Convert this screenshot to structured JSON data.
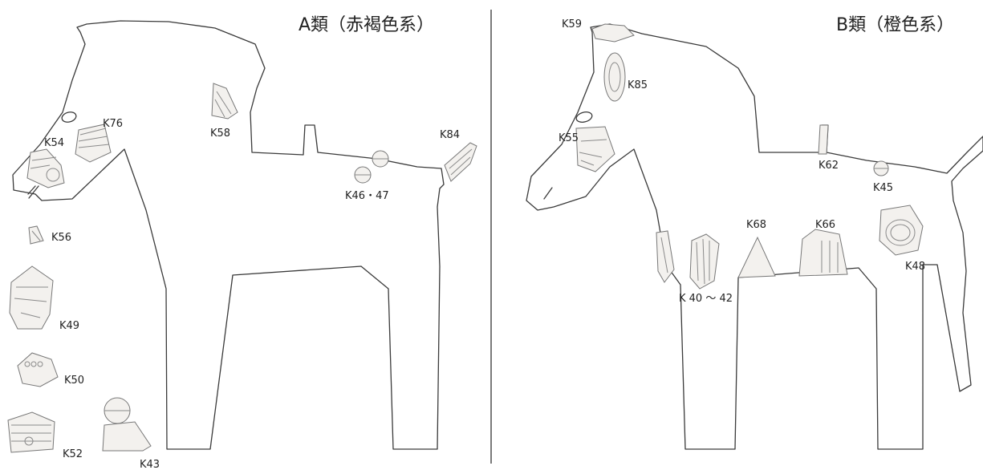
{
  "panels": [
    {
      "title": "A類（赤褐色系）",
      "fragments": [
        "K54",
        "K76",
        "K58",
        "K84",
        "K46・47",
        "K56",
        "K49",
        "K50",
        "K52",
        "K43"
      ]
    },
    {
      "title": "B類（橙色系）",
      "fragments": [
        "K59",
        "K85",
        "K55",
        "K62",
        "K45",
        "K68",
        "K66",
        "K48",
        "K 40 ～ 42"
      ]
    }
  ]
}
